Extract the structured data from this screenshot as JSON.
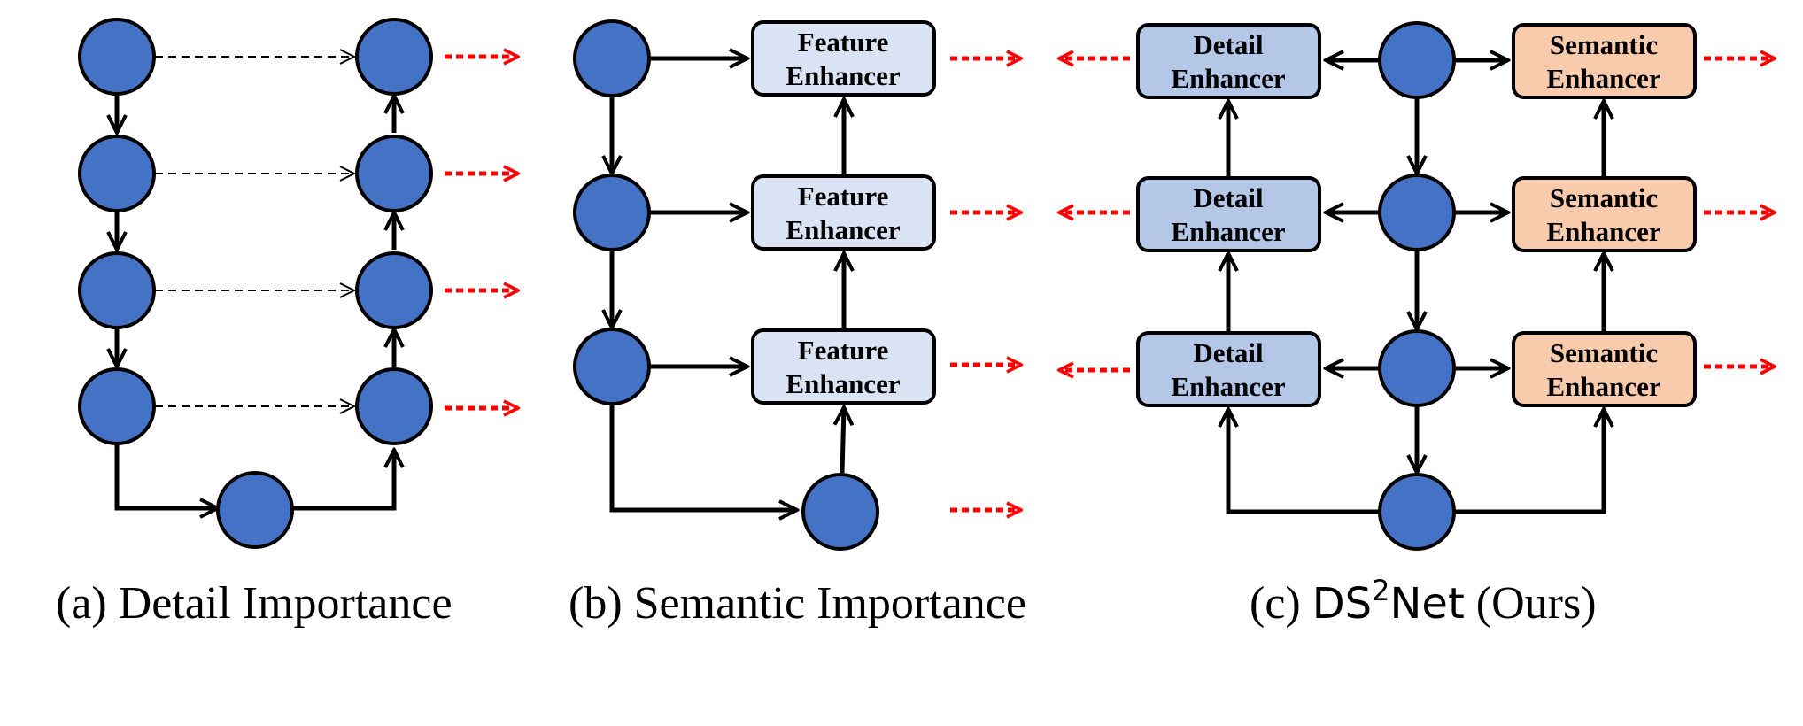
{
  "colors": {
    "node": "#4472C4",
    "feature_box": "#DAE3F3",
    "detail_box": "#B4C7E7",
    "semantic_box": "#F8CBAD",
    "output_arrow": "#FF0000",
    "line": "#000000"
  },
  "panels": [
    {
      "id": "a",
      "caption": {
        "prefix": "(a) Detail Importance",
        "sup": "",
        "suffix": ""
      }
    },
    {
      "id": "b",
      "box_line1": "Feature",
      "box_line2": "Enhancer",
      "caption": {
        "prefix": "(b) Semantic Importance",
        "sup": "",
        "suffix": ""
      }
    },
    {
      "id": "c",
      "left_line1": "Detail",
      "left_line2": "Enhancer",
      "right_line1": "Semantic",
      "right_line2": "Enhancer",
      "caption": {
        "open": "(c) ",
        "ds": "DS",
        "sup": "2",
        "net": "Net",
        "suffix": " (Ours)"
      }
    }
  ]
}
